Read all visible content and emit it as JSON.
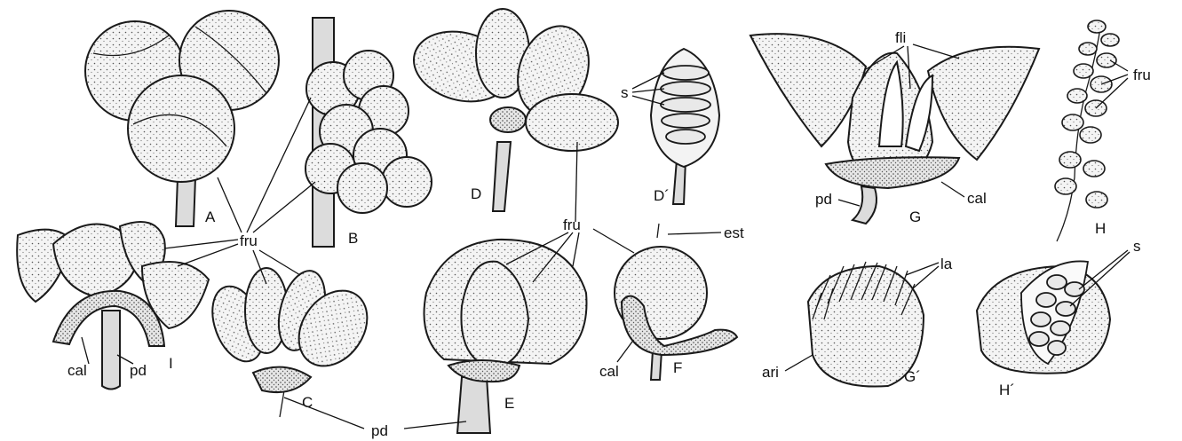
{
  "figure_letters": {
    "a": "A",
    "b": "B",
    "c": "C",
    "d": "D",
    "d_prime": "D´",
    "e": "E",
    "f": "F",
    "g": "G",
    "g_prime": "G´",
    "h": "H",
    "h_prime": "H´",
    "i": "I"
  },
  "annotations": {
    "fru": "fru",
    "fru_center": "fru",
    "fru_h": "fru",
    "fli": "fli",
    "s_d": "s",
    "s_h": "s",
    "est": "est",
    "pd_g": "pd",
    "cal_g": "cal",
    "la": "la",
    "ari": "ari",
    "cal_i": "cal",
    "pd_i": "pd",
    "cal_f": "cal",
    "pd_bottom": "pd"
  }
}
